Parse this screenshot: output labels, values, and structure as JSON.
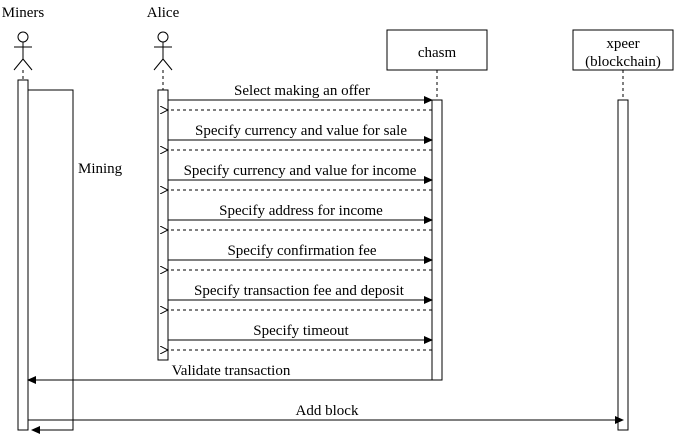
{
  "participants": {
    "miners": "Miners",
    "alice": "Alice",
    "chasm": "chasm",
    "xpeer_line1": "xpeer",
    "xpeer_line2": "(blockchain)"
  },
  "self_message": "Mining",
  "messages": [
    "Select making an offer",
    "Specify currency and value for sale",
    "Specify currency and value for income",
    "Specify address for income",
    "Specify confirmation fee",
    "Specify transaction fee and deposit",
    "Specify timeout",
    "Validate transaction",
    "Add block"
  ]
}
